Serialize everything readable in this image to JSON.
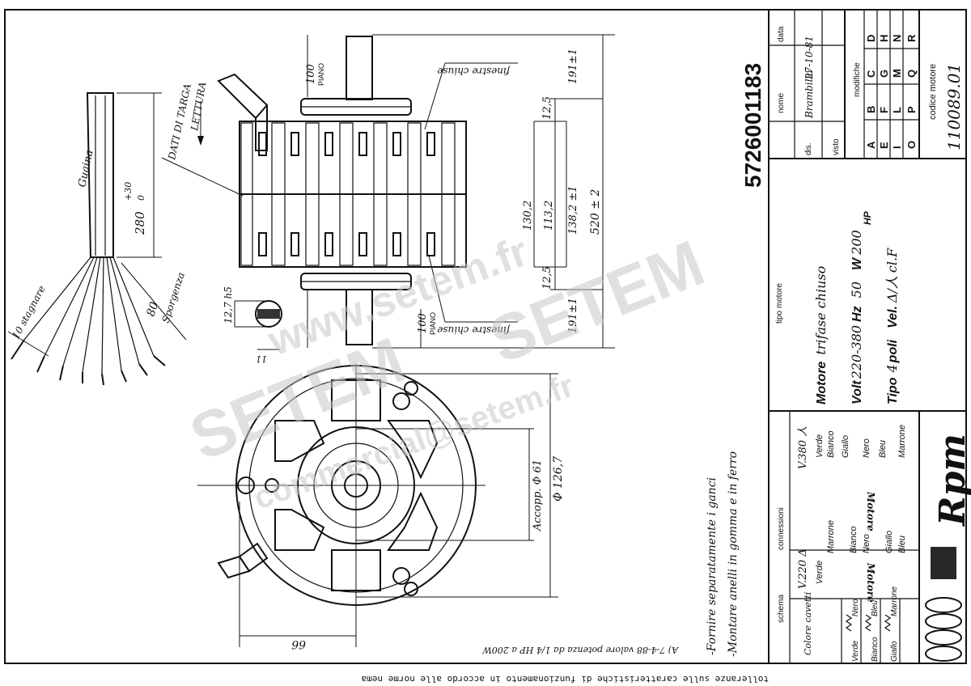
{
  "drawing_number": "5726001183",
  "notes": {
    "bottom_tolerance": "tolleranze sulle caratteristiche di funzionamento in accordo alle norme nema",
    "handwritten_revision": "A) 7-4-88 valore potenza da 1/4 HP a 200W",
    "note_1": "-Fornire separatamente i ganci",
    "note_2": "-Montare anelli in gomma e in ferro"
  },
  "dimensions": {
    "lead_length": "280",
    "lead_tol_upper": "+30",
    "lead_tol_lower": "0",
    "stripped": "80",
    "sporgenza": "Sporgenza",
    "stagnare": "10 stagnare",
    "shaft_dia": "12,7 h5",
    "flat": "11",
    "piano_top": "100",
    "piano_bottom": "100",
    "piano_label": "PIANO",
    "d191_top": "191±1",
    "d191_bottom": "191±1",
    "d12_5_top": "12,5",
    "d12_5_bottom": "12,5",
    "d130": "130,2",
    "d113": "113,2",
    "d138": "138,2 ±1",
    "d520": "520 ± 2",
    "phi126": "Φ 126,7",
    "phi61": "Accopp. Φ 61",
    "d66": "66"
  },
  "labels": {
    "guaina": "Guaina",
    "dati_targa": "DATI DI TARGA",
    "lettura": "LETTURA",
    "finestre_top": "finestre chiuse",
    "finestre_bottom": "finestre chiuse"
  },
  "motor_spec": {
    "tipo_motore_label": "tipo motore",
    "line1_label": "Motore",
    "line1_value": "trifase chiuso",
    "line2_volt_label": "Volt",
    "line2_volt": "220-380",
    "line2_hz_label": "Hz",
    "line2_hz": "50",
    "line2_w_label": "W",
    "line2_w": "200",
    "line2_hp_label": "HP",
    "line3_tipo_label": "Tipo",
    "line3_poli": "4",
    "line3_poli_label": "poli",
    "line3_vel_label": "Vel.",
    "line3_vel": "Δ/人",
    "line3_class": "cl.F"
  },
  "title_block": {
    "nome_label": "nome",
    "data_label": "data",
    "dis_label": "dis.",
    "visto_label": "visto",
    "signature": "Brambilla",
    "date": "27-10-81",
    "modifiche_label": "modifiche",
    "mod_letters": [
      [
        "A",
        "B",
        "C",
        "D"
      ],
      [
        "E",
        "F",
        "G",
        "H"
      ],
      [
        "I",
        "L",
        "M",
        "N"
      ],
      [
        "O",
        "P",
        "Q",
        "R"
      ]
    ],
    "codice_label": "codice motore",
    "codice": "110089.01"
  },
  "connections": {
    "schema_label": "schema",
    "connessioni_label": "connessioni",
    "colore_cavetti": "Colore cavetti",
    "v220": "V.220 Δ",
    "v380": "V.380 人",
    "motore_label": "Motore",
    "wires_220": [
      "Verde",
      "Marrone",
      "Bianco",
      "Nero",
      "Giallo",
      "Bleu"
    ],
    "wires_380": [
      "Verde",
      "Bianco",
      "Giallo",
      "Nero",
      "Bleu",
      "Marrone"
    ],
    "colore_top": [
      "Nero",
      "Bleu",
      "Marrone"
    ],
    "colore_bottom": [
      "Verde",
      "Bianco",
      "Giallo"
    ]
  },
  "logo_text": "Rpm",
  "watermarks": {
    "url": "www.setem.fr",
    "brand": "SETEM",
    "email": "commercial@setem.fr"
  }
}
